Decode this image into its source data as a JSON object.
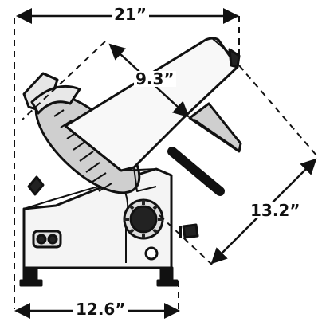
{
  "dimensions": {
    "overall_width": "21”",
    "base_width": "12.6”",
    "blade_diameter": "9.3”",
    "diagonal_length": "13.2”"
  },
  "colors": {
    "line": "#111111",
    "fill_light": "#f2f2f2",
    "fill_mid": "#d8d8d8",
    "fill_dark": "#9a9a9a",
    "blade": "#c8c8c8",
    "background": "#ffffff"
  }
}
